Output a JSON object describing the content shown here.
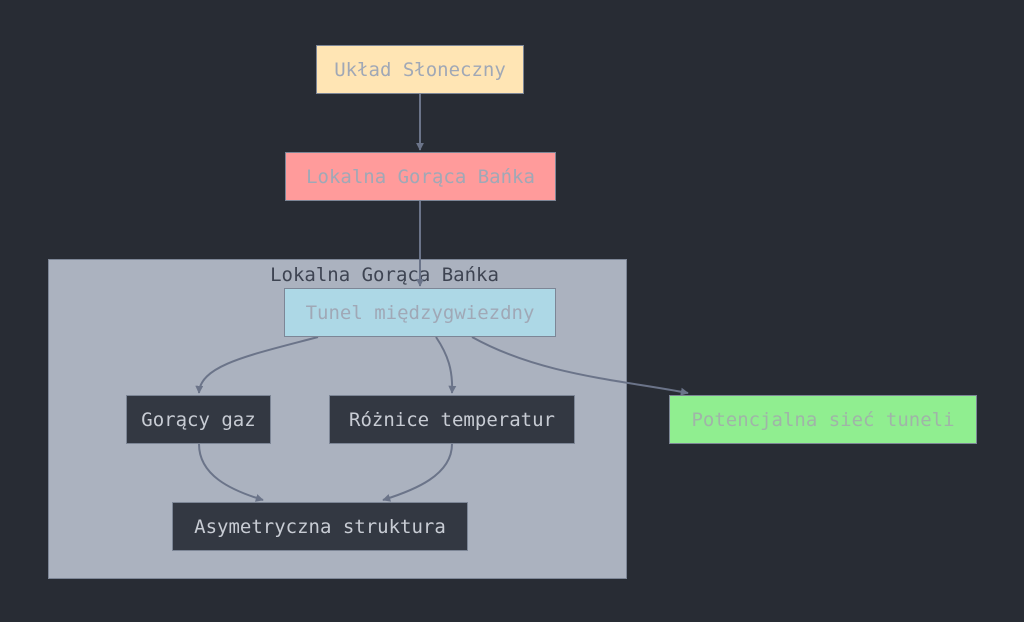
{
  "diagram": {
    "type": "flowchart",
    "cluster": {
      "label": "Lokalna Gorąca Bańka"
    },
    "nodes": {
      "solar_system": "Układ Słoneczny",
      "local_bubble": "Lokalna Gorąca Bańka",
      "tunnel": "Tunel międzygwiezdny",
      "hot_gas": "Gorący gaz",
      "temperature_differences": "Różnice temperatur",
      "asymmetric_structure": "Asymetryczna struktura",
      "tunnel_network": "Potencjalna sieć tuneli"
    },
    "edges": [
      {
        "from": "Układ Słoneczny",
        "to": "Lokalna Gorąca Bańka"
      },
      {
        "from": "Lokalna Gorąca Bańka",
        "to": "Tunel międzygwiezdny"
      },
      {
        "from": "Tunel międzygwiezdny",
        "to": "Gorący gaz"
      },
      {
        "from": "Tunel międzygwiezdny",
        "to": "Różnice temperatur"
      },
      {
        "from": "Tunel międzygwiezdny",
        "to": "Potencjalna sieć tuneli"
      },
      {
        "from": "Gorący gaz",
        "to": "Asymetryczna struktura"
      },
      {
        "from": "Różnice temperatur",
        "to": "Asymetryczna struktura"
      }
    ],
    "colors": {
      "background": "#282c34",
      "cluster_fill": "#abb2bf",
      "edge": "#6b7489",
      "solar_system_fill": "#ffe5b4",
      "local_bubble_fill": "#ff9b9b",
      "tunnel_fill": "#add8e6",
      "dark_node_fill": "#333842",
      "tunnel_network_fill": "#90ee90"
    }
  }
}
